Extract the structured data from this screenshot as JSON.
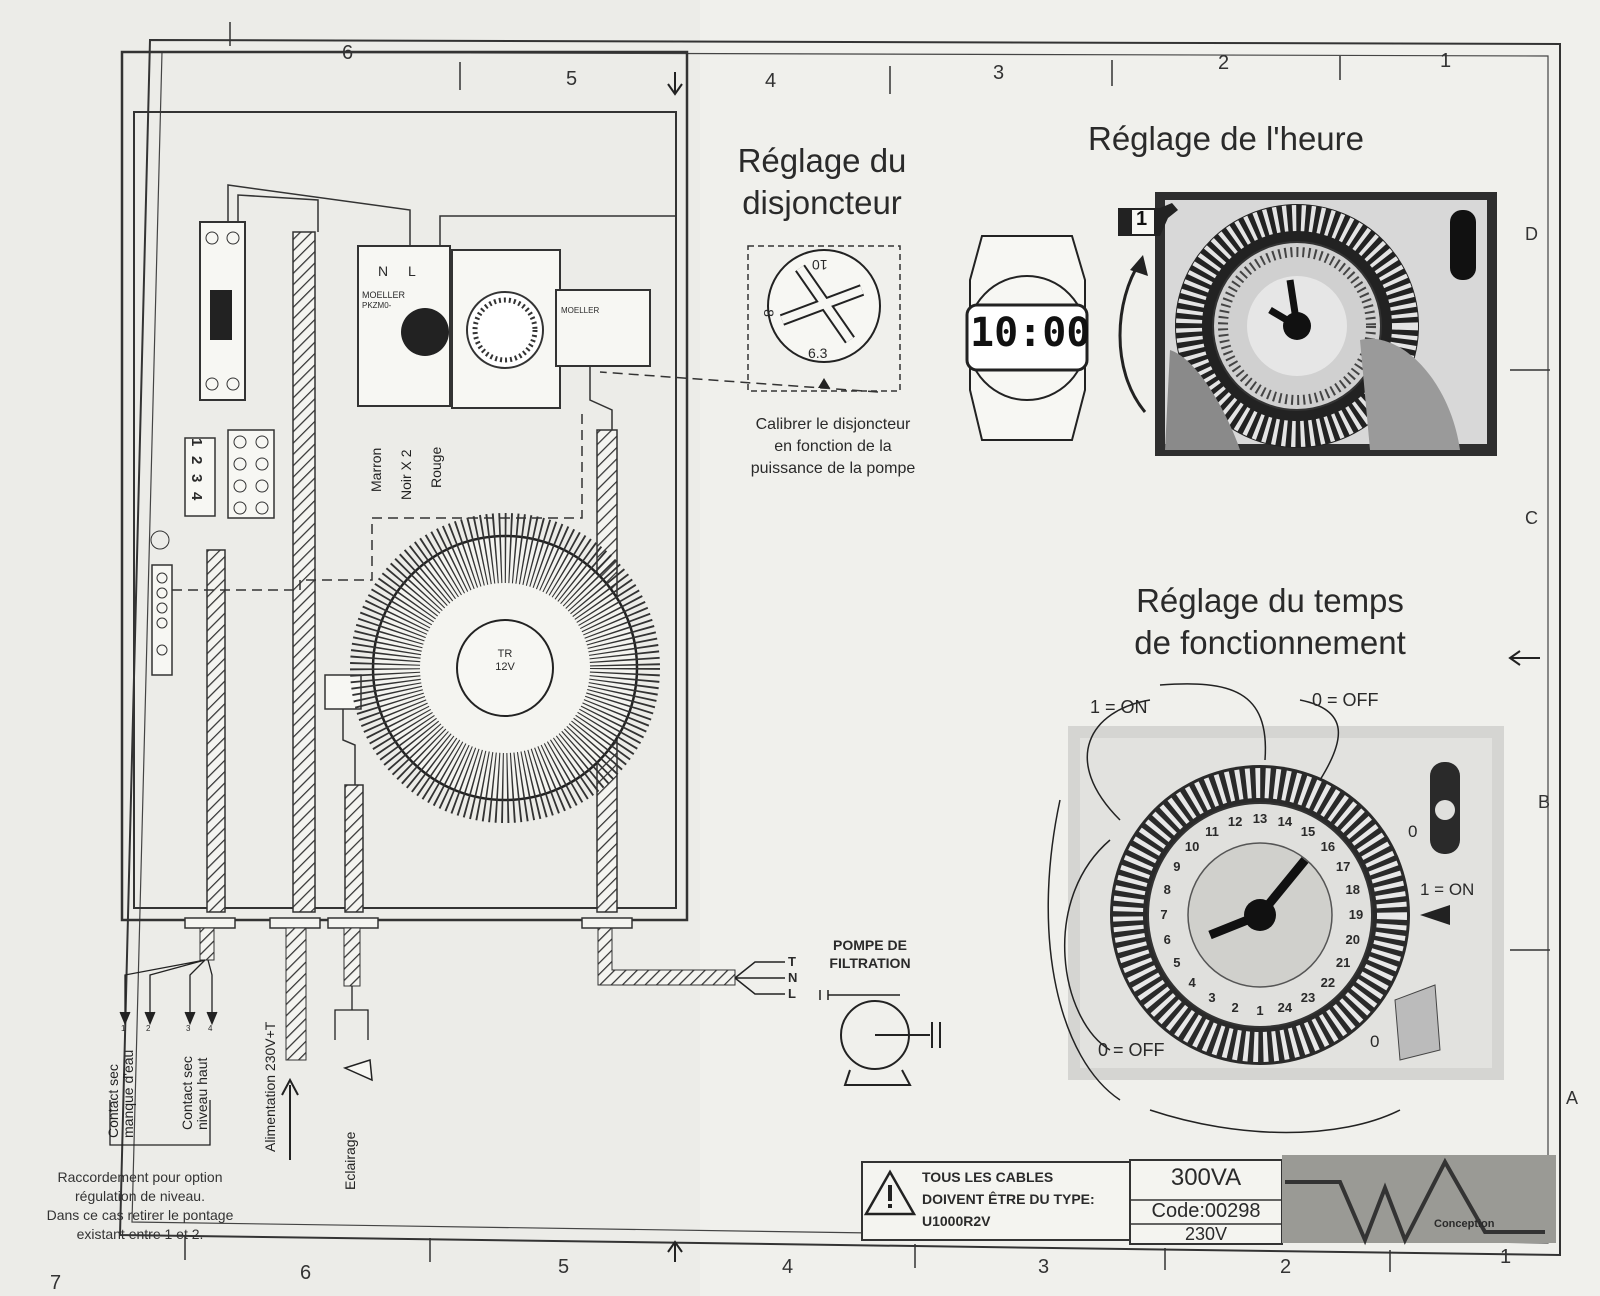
{
  "columns_top": [
    "6",
    "5",
    "4",
    "3",
    "2",
    "1"
  ],
  "columns_bottom": [
    "7",
    "6",
    "5",
    "4",
    "3",
    "2",
    "1"
  ],
  "rows": [
    "D",
    "C",
    "B",
    "A"
  ],
  "titles": {
    "breaker": [
      "Réglage du",
      "disjoncteur"
    ],
    "clock": "Réglage de l'heure",
    "run_time": [
      "Réglage du temps",
      "de fonctionnement"
    ]
  },
  "breaker": {
    "dial_values": [
      "10",
      "8",
      "6.3"
    ],
    "note": [
      "Calibrer le disjoncteur",
      "en fonction de la",
      "puissance de la pompe"
    ]
  },
  "clock_display": "10:00",
  "step_number": "1",
  "timer": {
    "on_label": "1 = ON",
    "off_label": "0 = OFF",
    "switch_on": "1 = ON",
    "switch_zero": "0",
    "switch_zero_b": "0",
    "hours": [
      "12",
      "13",
      "14",
      "15",
      "16",
      "17",
      "18",
      "19",
      "20",
      "21",
      "22",
      "23",
      "24",
      "1",
      "2",
      "3",
      "4",
      "5",
      "6",
      "7",
      "8",
      "9",
      "10",
      "11"
    ]
  },
  "wiring": {
    "terminal_top": [
      "N",
      "L"
    ],
    "relay_brand": "MOELLER",
    "relay_model": "PKZM0-",
    "contactor_brand": "MOELLER",
    "wire_labels": [
      "Marron",
      "Noir X 2",
      "Rouge"
    ],
    "terminal_numbers": [
      "1",
      "2",
      "3",
      "4"
    ],
    "transformer": [
      "TR",
      "12V"
    ],
    "pump_title": [
      "POMPE DE",
      "FILTRATION"
    ],
    "pump_lines": [
      "T",
      "N",
      "L"
    ],
    "cable_labels": [
      "Contact sec manque d'eau",
      "Contact sec niveau haut",
      "Alimentation 230V+T",
      "Eclairage"
    ],
    "cable_numbers": [
      "1",
      "2",
      "3",
      "4"
    ]
  },
  "notes": {
    "option": [
      "Raccordement pour option",
      "régulation de niveau.",
      "Dans ce cas retirer le pontage",
      "existant entre 1 et 2."
    ]
  },
  "warning": [
    "TOUS LES CABLES",
    "DOIVENT ÊTRE DU TYPE:",
    "U1000R2V"
  ],
  "spec": {
    "power": "300VA",
    "code": "Code:00298",
    "voltage": "230V"
  },
  "logo_text": "Conception"
}
